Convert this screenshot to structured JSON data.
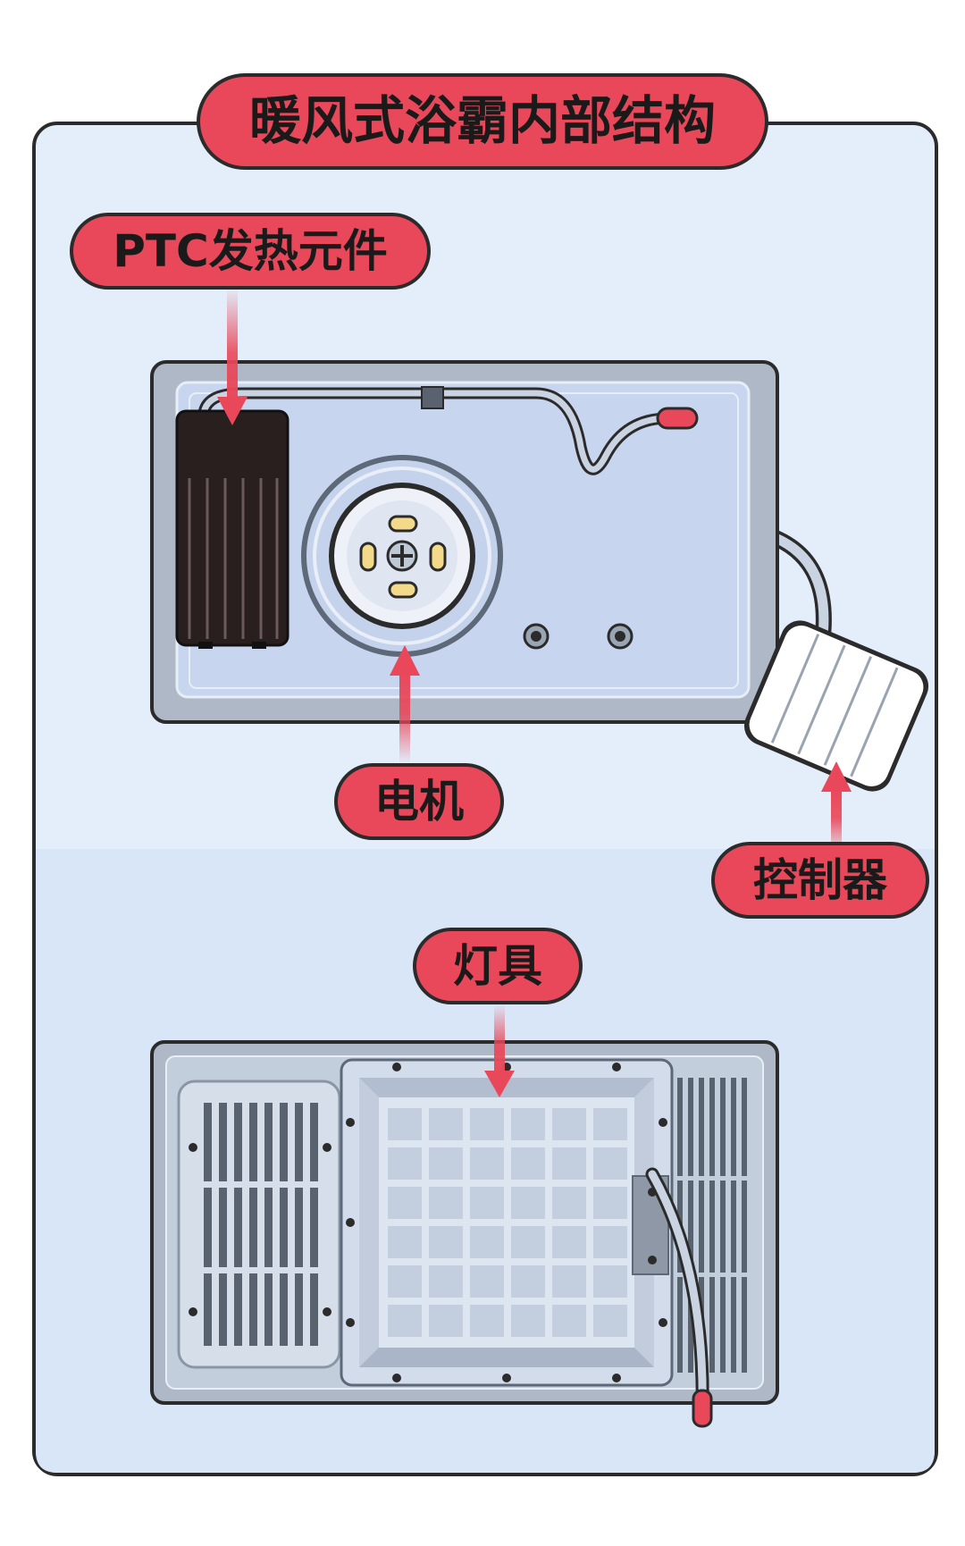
{
  "title": "暖风式浴霸内部结构",
  "labels": {
    "ptc": "PTC发热元件",
    "motor": "电机",
    "controller": "控制器",
    "lamp": "灯具"
  },
  "colors": {
    "accent": "#e8485a",
    "outline": "#2b2b2b",
    "panel": "#e3ecf9",
    "panel_lower": "#dae6f7",
    "device_frame": "#aeb8c6",
    "device_body": "#c8d6ec",
    "heater": "#2a1f1f",
    "arrow": "#e8485a"
  }
}
